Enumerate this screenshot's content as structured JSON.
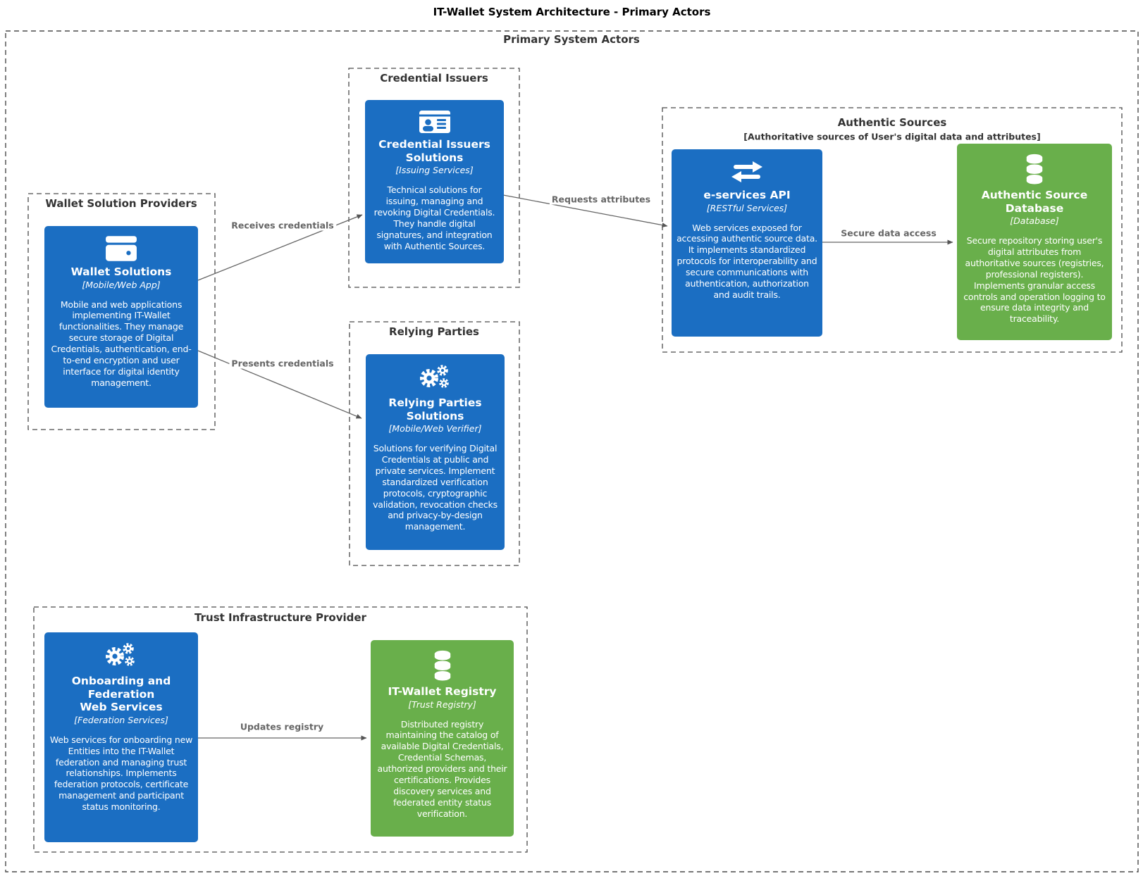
{
  "diagram": {
    "title": "IT-Wallet System Architecture - Primary Actors"
  },
  "outer": {
    "label": "Primary System Actors"
  },
  "groups": {
    "wallet_providers": {
      "label": "Wallet Solution Providers"
    },
    "credential_issuers": {
      "label": "Credential Issuers"
    },
    "relying_parties": {
      "label": "Relying Parties"
    },
    "authentic_sources": {
      "label": "Authentic Sources",
      "sublabel": "[Authoritative sources of User's digital data and attributes]"
    },
    "trust_infrastructure": {
      "label": "Trust Infrastructure Provider"
    }
  },
  "nodes": {
    "wallet_solutions": {
      "title": "Wallet Solutions",
      "type": "[Mobile/Web App]",
      "icon": "wallet-icon",
      "color": "#1b6ec2",
      "description": "Mobile and web applications implementing IT-Wallet functionalities. They manage secure storage of Digital Credentials, authentication, end-to-end encryption and user interface for digital identity management."
    },
    "credential_issuers_solutions": {
      "title": "Credential Issuers\nSolutions",
      "type": "[Issuing Services]",
      "icon": "id-card-icon",
      "color": "#1b6ec2",
      "description": "Technical solutions for issuing, managing and revoking Digital Credentials. They handle digital signatures, and integration with Authentic Sources."
    },
    "relying_parties_solutions": {
      "title": "Relying Parties\nSolutions",
      "type": "[Mobile/Web Verifier]",
      "icon": "gears-icon",
      "color": "#1b6ec2",
      "description": "Solutions for verifying Digital Credentials at public and private services. Implement standardized verification protocols, cryptographic validation, revocation checks and privacy-by-design management."
    },
    "eservices_api": {
      "title": "e-services API",
      "type": "[RESTful Services]",
      "icon": "exchange-arrows-icon",
      "color": "#1b6ec2",
      "description": "Web services exposed for accessing authentic source data. It implements standardized protocols for interoperability and secure communications with authentication, authorization and audit trails."
    },
    "authentic_source_database": {
      "title": "Authentic Source\nDatabase",
      "type": "[Database]",
      "icon": "database-icon",
      "color": "#69af4b",
      "description": "Secure repository storing user's digital attributes from authoritative sources (registries, professional registers). Implements granular access controls and operation logging to ensure data integrity and traceability."
    },
    "onboarding_federation_web_services": {
      "title": "Onboarding and\nFederation\nWeb Services",
      "type": "[Federation Services]",
      "icon": "gears-icon",
      "color": "#1b6ec2",
      "description": "Web services for onboarding new Entities into the IT-Wallet federation and managing trust relationships. Implements federation protocols, certificate management and participant status monitoring."
    },
    "itwallet_registry": {
      "title": "IT-Wallet Registry",
      "type": "[Trust Registry]",
      "icon": "database-icon",
      "color": "#69af4b",
      "description": "Distributed registry maintaining the catalog of available Digital Credentials, Credential Schemas, authorized providers and their certifications. Provides discovery services and federated entity status verification."
    }
  },
  "edges": [
    {
      "label": "Receives credentials"
    },
    {
      "label": "Presents credentials"
    },
    {
      "label": "Requests attributes"
    },
    {
      "label": "Secure data access"
    },
    {
      "label": "Updates registry"
    }
  ],
  "colors": {
    "node_blue": "#1b6ec2",
    "node_green": "#69af4b",
    "boundary_stroke": "#4a4a4a",
    "edge_stroke": "#666666",
    "label_gray": "#333333"
  }
}
